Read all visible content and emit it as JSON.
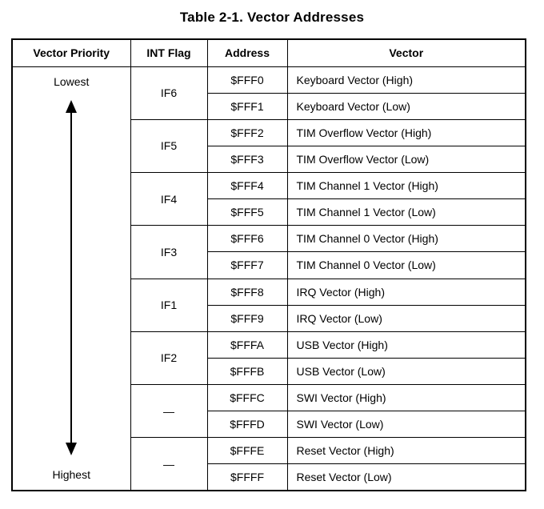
{
  "title": "Table 2-1. Vector Addresses",
  "table": {
    "headers": [
      "Vector Priority",
      "INT Flag",
      "Address",
      "Vector"
    ],
    "priority": {
      "top_label": "Lowest",
      "bottom_label": "Highest"
    },
    "groups": [
      {
        "flag": "IF6",
        "rows": [
          {
            "address": "$FFF0",
            "vector": "Keyboard Vector (High)"
          },
          {
            "address": "$FFF1",
            "vector": "Keyboard Vector (Low)"
          }
        ]
      },
      {
        "flag": "IF5",
        "rows": [
          {
            "address": "$FFF2",
            "vector": "TIM Overflow Vector (High)"
          },
          {
            "address": "$FFF3",
            "vector": "TIM Overflow Vector (Low)"
          }
        ]
      },
      {
        "flag": "IF4",
        "rows": [
          {
            "address": "$FFF4",
            "vector": "TIM Channel 1 Vector (High)"
          },
          {
            "address": "$FFF5",
            "vector": "TIM Channel 1 Vector (Low)"
          }
        ]
      },
      {
        "flag": "IF3",
        "rows": [
          {
            "address": "$FFF6",
            "vector": "TIM Channel 0 Vector (High)"
          },
          {
            "address": "$FFF7",
            "vector": "TIM Channel 0 Vector (Low)"
          }
        ]
      },
      {
        "flag": "IF1",
        "rows": [
          {
            "address": "$FFF8",
            "vector": "IRQ Vector (High)"
          },
          {
            "address": "$FFF9",
            "vector": "IRQ Vector (Low)"
          }
        ]
      },
      {
        "flag": "IF2",
        "rows": [
          {
            "address": "$FFFA",
            "vector": "USB Vector (High)"
          },
          {
            "address": "$FFFB",
            "vector": "USB Vector (Low)"
          }
        ]
      },
      {
        "flag": "—",
        "rows": [
          {
            "address": "$FFFC",
            "vector": "SWI Vector (High)"
          },
          {
            "address": "$FFFD",
            "vector": "SWI Vector (Low)"
          }
        ]
      },
      {
        "flag": "—",
        "rows": [
          {
            "address": "$FFFE",
            "vector": "Reset Vector (High)"
          },
          {
            "address": "$FFFF",
            "vector": "Reset Vector (Low)"
          }
        ]
      }
    ]
  },
  "colors": {
    "border": "#000000",
    "text": "#000000",
    "background": "#ffffff"
  }
}
